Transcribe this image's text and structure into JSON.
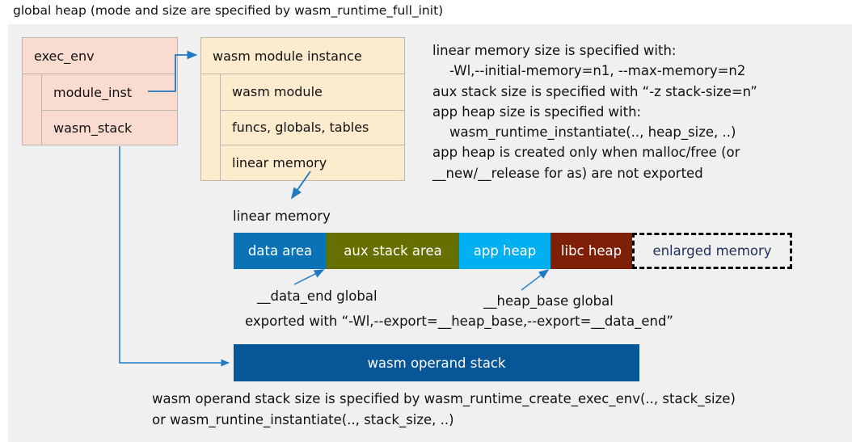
{
  "title": "global heap (mode and size are specified by wasm_runtime_full_init)",
  "exec_env": {
    "header": "exec_env",
    "fields": [
      "module_inst",
      "wasm_stack"
    ]
  },
  "module_instance": {
    "header": "wasm module instance",
    "fields": [
      "wasm module",
      "funcs, globals, tables",
      "linear memory"
    ]
  },
  "notes": {
    "right": "linear memory size is specified with:\n    -Wl,--initial-memory=n1, --max-memory=n2\naux stack size is specified with “-z stack-size=n”\napp heap size is specified with:\n    wasm_runtime_instantiate(.., heap_size, ..)\napp heap is created only when malloc/free (or\n__new/__release for as) are not exported",
    "bottom": "wasm operand stack size is specified by wasm_runtime_create_exec_env(.., stack_size)\nor wasm_runtine_instantiate(.., stack_size, ..)"
  },
  "linear_memory": {
    "label": "linear memory",
    "segments": [
      {
        "label": "data area",
        "color": "#0b72b5",
        "width": 115
      },
      {
        "label": "aux stack area",
        "color": "#667000",
        "width": 164
      },
      {
        "label": "app heap",
        "color": "#00b0f0",
        "width": 113
      },
      {
        "label": "libc heap",
        "color": "#7e2008",
        "width": 101
      },
      {
        "label": "enlarged memory",
        "color": "#f0f0f0",
        "width": 198
      }
    ]
  },
  "callouts": {
    "data_end": "__data_end global",
    "heap_base": "__heap_base global",
    "exported": "exported with “-Wl,--export=__heap_base,--export=__data_end”"
  },
  "operand_stack": {
    "label": "wasm operand stack",
    "color": "#075698"
  },
  "colors": {
    "panel_bg": "#f0f0f0",
    "exec_env_fill": "#fadbd0",
    "module_instance_fill": "#fdebcd",
    "arrow": "#1f7ac4"
  }
}
